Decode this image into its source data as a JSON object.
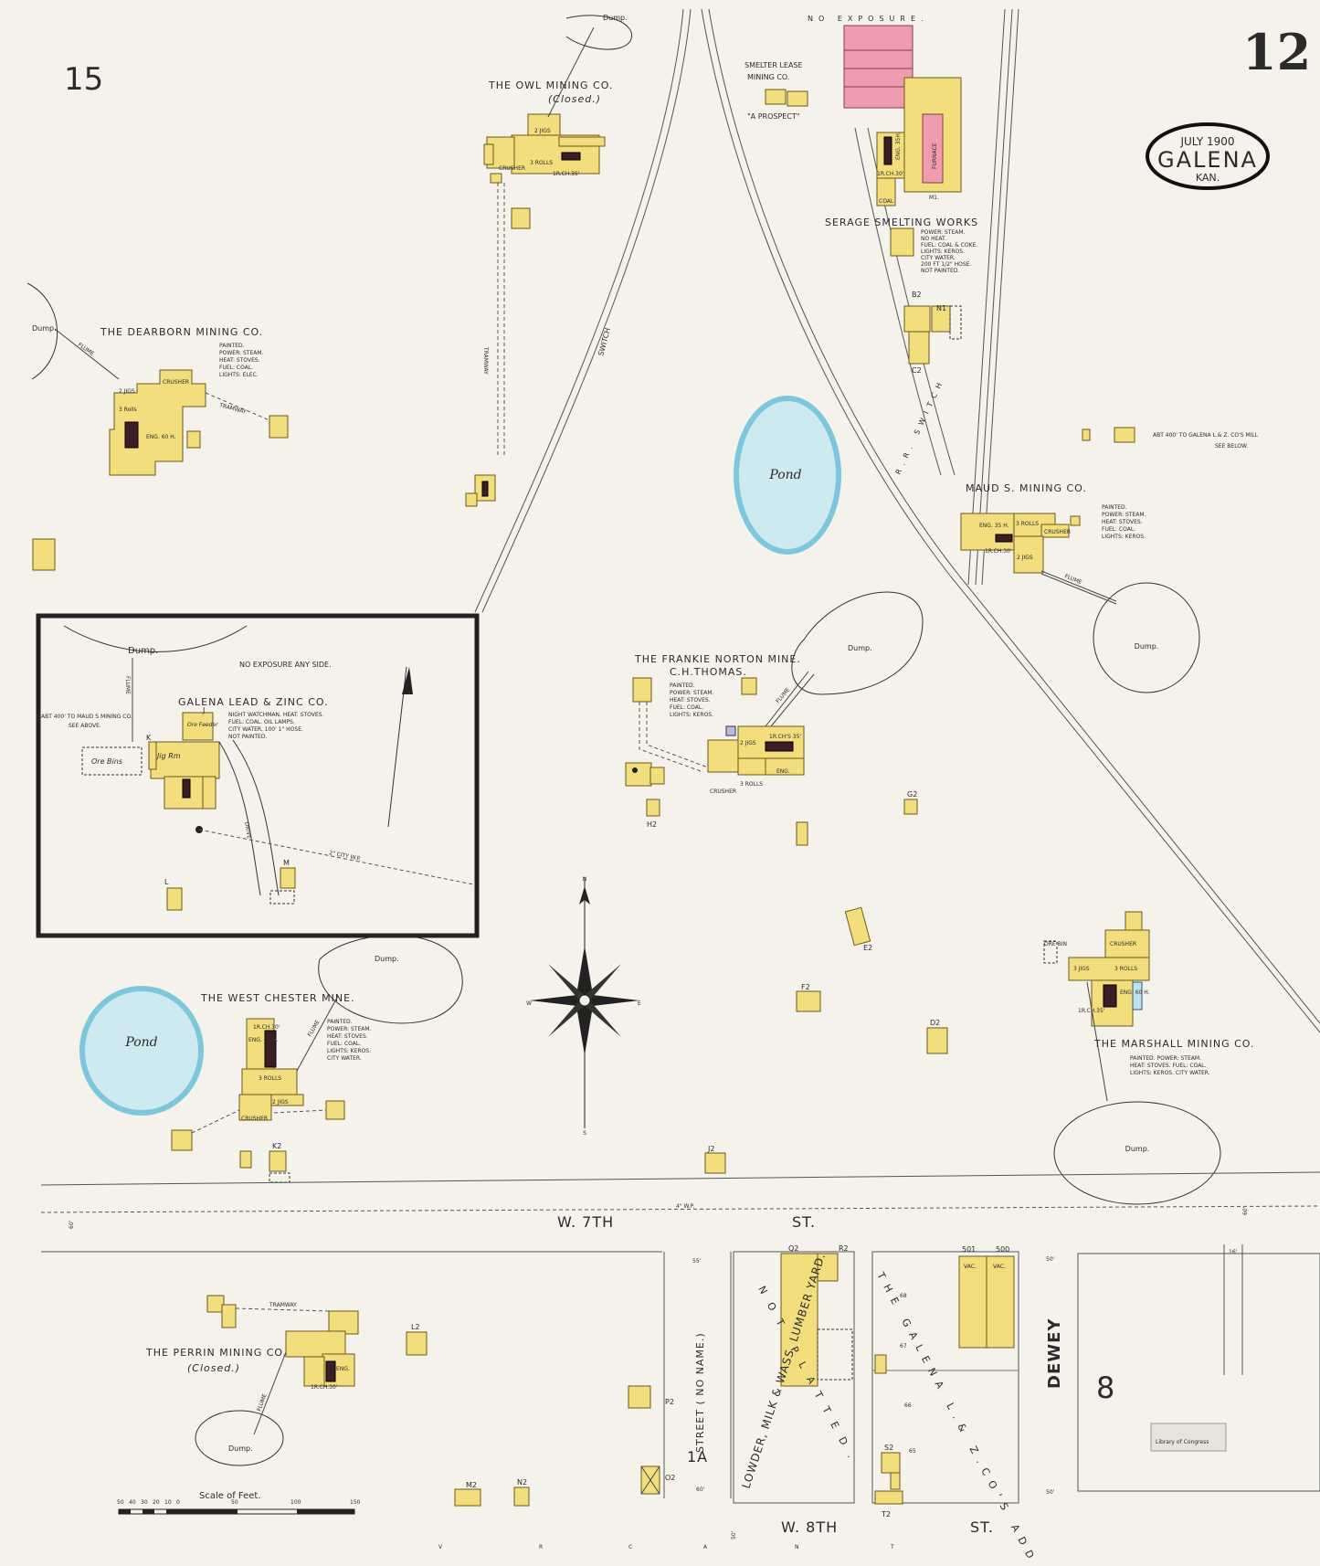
{
  "sheet": {
    "number": "12",
    "adjoining_sheet": "15",
    "adjoining_sheet_bottom": "8",
    "date_stamp": "JULY 1900",
    "city": "GALENA",
    "state": "KAN."
  },
  "header_note": "NO EXPOSURE.",
  "mines": {
    "owl": {
      "name": "THE OWL MINING CO.",
      "note": "(Closed.)",
      "labels": [
        "2 JIGS",
        "3 ROLLS",
        "CRUSHER",
        "1R.CH.35'"
      ]
    },
    "dearborn": {
      "name": "THE DEARBORN MINING CO.",
      "info": [
        "PAINTED.",
        "POWER: STEAM.",
        "HEAT: STOVES.",
        "FUEL: COAL.",
        "LIGHTS: ELEC."
      ],
      "labels": [
        "2 JIGS",
        "3 Rolls",
        "CRUSHER",
        "ENG. 60 H.",
        "FLUME",
        "TRAMWAY"
      ]
    },
    "smelter_lease": {
      "name": "SMELTER LEASE",
      "name2": "MINING CO.",
      "note": "\"A PROSPECT\""
    },
    "serage": {
      "name": "SERAGE SMELTING WORKS",
      "info": [
        "POWER: STEAM.",
        "NO HEAT.",
        "FUEL: COAL & COKE.",
        "LIGHTS: KEROS.",
        "CITY WATER.",
        "200 FT 1/2\" HOSE.",
        "NOT PAINTED."
      ],
      "labels": [
        "FURNACE",
        "ENG. 35H.",
        "COAL",
        "1R.CH.30'",
        "M1."
      ]
    },
    "maud_s": {
      "name": "MAUD S. MINING CO.",
      "info": [
        "PAINTED.",
        "POWER: STEAM.",
        "HEAT: STOVES.",
        "FUEL: COAL.",
        "LIGHTS: KEROS."
      ],
      "labels": [
        "ENG. 35 H.",
        "3 ROLLS",
        "CRUSHER",
        "2 JIGS",
        "1R.CH.30'",
        "FLUME"
      ]
    },
    "frankie_norton": {
      "name": "THE FRANKIE NORTON MINE.",
      "owner": "C.H.THOMAS.",
      "info": [
        "PAINTED.",
        "POWER: STEAM.",
        "HEAT: STOVES.",
        "FUEL: COAL.",
        "LIGHTS: KEROS."
      ],
      "labels": [
        "2 JIGS",
        "3 ROLLS",
        "ENG.",
        "CRUSHER",
        "1R.CH'S 35'",
        "FLUME"
      ]
    },
    "galena_lead_zinc": {
      "name": "GALENA LEAD & ZINC CO.",
      "info": [
        "NIGHT WATCHMAN.  HEAT: STOVES.",
        "FUEL: COAL.  OIL LAMPS.",
        "CITY WATER.  100' 1\" HOSE.",
        "NOT PAINTED."
      ],
      "note_left": [
        "ABT 400' TO MAUD S MINING CO.",
        "SEE ABOVE."
      ],
      "labels": [
        "Ore Feeder",
        "Jig Rm",
        "Ore Bins",
        "K",
        "J",
        "DRIVE",
        "FLUME",
        "2\" CITY W.P."
      ],
      "exposure": "NO EXPOSURE ANY SIDE."
    },
    "west_chester": {
      "name": "THE WEST CHESTER MINE.",
      "info": [
        "PAINTED.",
        "POWER: STEAM.",
        "HEAT: STOVES.",
        "FUEL: COAL.",
        "LIGHTS: KEROS.",
        "CITY WATER."
      ],
      "labels": [
        "ENG. 60 H.",
        "3 ROLLS",
        "2 JIGS",
        "CRUSHER",
        "1R.CH.30'",
        "FLUME"
      ]
    },
    "marshall": {
      "name": "THE MARSHALL MINING CO.",
      "info": [
        "PAINTED.  POWER: STEAM.",
        "HEAT: STOVES.  FUEL: COAL.",
        "LIGHTS: KEROS.  CITY WATER."
      ],
      "labels": [
        "3 JIGS",
        "3 ROLLS",
        "CRUSHER",
        "ENG. 60 H.",
        "1R.CH.35'",
        "ORE BIN"
      ]
    },
    "perrin": {
      "name": "THE PERRIN MINING CO.",
      "note": "(Closed.)",
      "labels": [
        "ENG.",
        "1R.CH.30'",
        "TRAMWAY",
        "FLUME"
      ]
    }
  },
  "features": {
    "pond_label": "Pond",
    "dump_label": "Dump.",
    "switch_label": "SWITCH",
    "rr_switch_label": "R.R. SWITCH",
    "tramway_label": "TRAMWAY",
    "mill_note": [
      "ABT 400' TO GALENA L.& Z. CO'S MILL",
      "SEE BELOW."
    ]
  },
  "streets": {
    "w7": "W. 7TH",
    "w7_suffix": "ST.",
    "w8": "W. 8TH",
    "w8_suffix": "ST.",
    "street_no_name": "STREET ( NO NAME.)",
    "dewey": "DEWEY",
    "water_pipe": "4\" W.P.",
    "widths": [
      "60'",
      "55'",
      "60'",
      "50'",
      "50'",
      "50'",
      "60'",
      "16'"
    ]
  },
  "blocks": {
    "block_1a": "1A",
    "lumber": "LOWDER, MILK & WASS. LUMBER YARD.",
    "not_platted": "NOT PLATTED.",
    "addition": "THE GALENA L.& Z.CO'S ADD.",
    "lots": [
      "68",
      "67",
      "66",
      "65",
      "501",
      "500"
    ],
    "vac": "VAC."
  },
  "building_letters": [
    "B2",
    "N1",
    "C2",
    "H2",
    "G2",
    "E2",
    "F2",
    "D2",
    "J2",
    "K2",
    "L",
    "M",
    "L2",
    "M2",
    "N2",
    "O2",
    "P2",
    "Q2",
    "R2",
    "S2",
    "T2"
  ],
  "compass": {
    "n": "N",
    "s": "S",
    "e": "E",
    "w": "W"
  },
  "scale": {
    "title": "Scale of Feet.",
    "ticks": [
      "50",
      "40",
      "30",
      "20",
      "10",
      "0",
      "50",
      "100",
      "150"
    ]
  },
  "margin_letters": [
    "V",
    "R",
    "C",
    "A",
    "N",
    "T"
  ],
  "library_stamp": "Library of Congress"
}
